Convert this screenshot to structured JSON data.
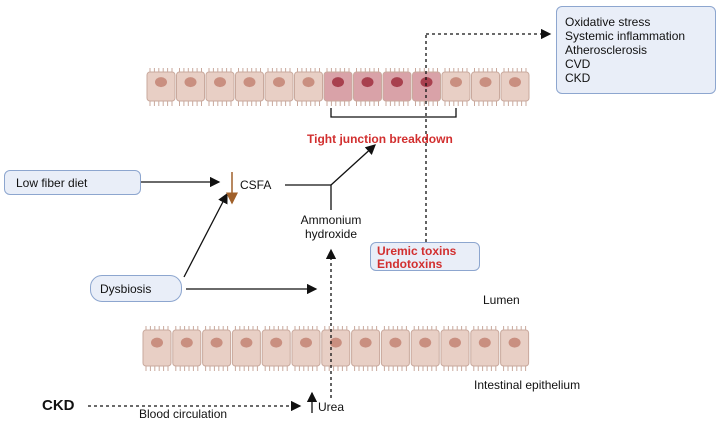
{
  "outcomes": [
    "Oxidative stress",
    "Systemic inflammation",
    "Atherosclerosis",
    "CVD",
    "CKD"
  ],
  "low_fiber_diet": "Low fiber diet",
  "dysbiosis": "Dysbiosis",
  "csfa": "CSFA",
  "ammonium": [
    "Ammonium",
    "hydroxide"
  ],
  "tight_junction": "Tight junction breakdown",
  "toxins": [
    "Uremic toxins",
    "Endotoxins"
  ],
  "lumen": "Lumen",
  "intestinal_epithelium": "Intestinal epithelium",
  "ckd": "CKD",
  "blood_circulation": "Blood circulation",
  "urea": "Urea",
  "colors": {
    "cell": "#e8cfc5",
    "nucleus": "#c98f80",
    "damaged": "#d9a2a8",
    "damaged_nucleus": "#a8404e",
    "accent_red": "#d22f2f",
    "box_border": "#8da6cf",
    "box_fill": "#e9eef8",
    "arrow_brown": "#a0602a"
  }
}
